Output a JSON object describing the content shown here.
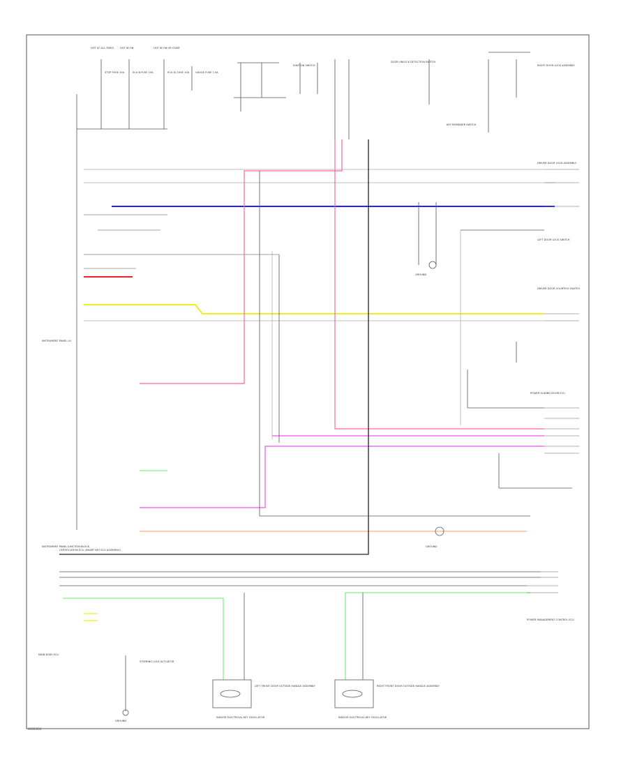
{
  "diagram": {
    "figure_code": "W000000",
    "blocks": {
      "hot_fuses": [
        "HOT AT ALL TIMES",
        "HOT IN ON",
        "HOT IN ON OR START"
      ],
      "fuse_labels": [
        "STOP FUSE 10A",
        "ECU-B FUSE 10A",
        "ECU-IG FUSE 10A",
        "GAUGE FUSE 7.5A"
      ],
      "ignition_switch": "IGNITION SWITCH",
      "door_switch": "DOOR UNLOCK DETECTION SWITCH",
      "driver_door_lock": "DRIVER DOOR LOCK ASSEMBLY",
      "left_door_lock_switch": "LEFT DOOR LOCK SWITCH",
      "courtesy_switch": "DRIVER DOOR COURTESY SWITCH",
      "sliding_door": "POWER SLIDING DOOR ECU",
      "right_door_lock": "RIGHT DOOR LOCK ASSEMBLY",
      "key_reminder": "KEY REMINDER SWITCH",
      "main_body_ecu": "MAIN BODY ECU",
      "junction_block": "INSTRUMENT PANEL JUNCTION BLOCK",
      "instrument_panel": "INSTRUMENT PANEL LH",
      "certification_ecu": "CERTIFICATION ECU (SMART KEY ECU ASSEMBLY)",
      "power_management": "POWER MANAGEMENT CONTROL ECU",
      "left_front_door": "LEFT FRONT DOOR OUTSIDE HANDLE ASSEMBLY",
      "right_front_door": "RIGHT FRONT DOOR OUTSIDE HANDLE ASSEMBLY",
      "steering_lock": "STEERING LOCK ACTUATOR",
      "oscillator_left": "INDOOR ELECTRICAL KEY OSCILLATOR",
      "oscillator_right": "INDOOR ELECTRICAL KEY OSCILLATOR",
      "ground_1": "GROUND",
      "ground_2": "GROUND",
      "ground_3": "GROUND"
    },
    "wire_colors": {
      "blue": "#2222ee",
      "pink": "#ff6699",
      "magenta": "#ee55ee",
      "yellow": "#eeee22",
      "red": "#ee2222",
      "green": "#88ee88",
      "orange": "#ffbb99",
      "black": "#222222",
      "gray": "#999999"
    }
  }
}
